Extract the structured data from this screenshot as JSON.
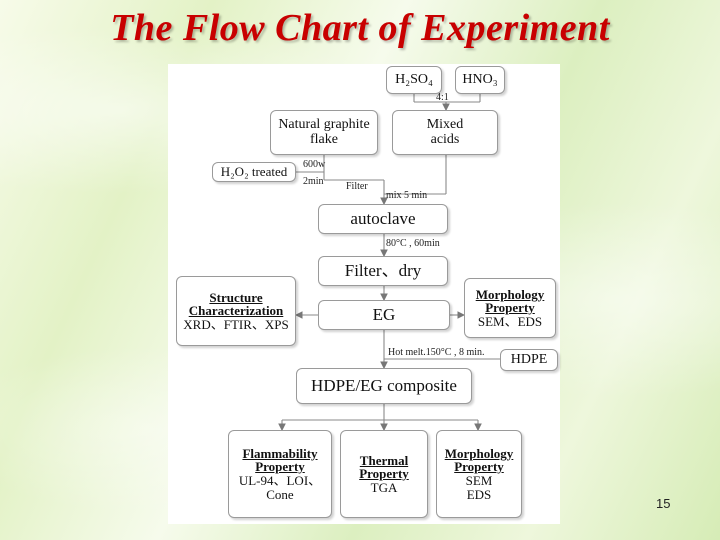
{
  "title": "The Flow Chart of Experiment",
  "page_number": "15",
  "nodes": {
    "h2so4": "H₂SO₄",
    "hno3": "HNO₃",
    "graphite_line1": "Natural graphite",
    "graphite_line2": "flake",
    "mixed_line1": "Mixed",
    "mixed_line2": "acids",
    "h2o2": "H₂O₂ treated",
    "autoclave": "autoclave",
    "filter_dry": "Filter、dry",
    "eg": "EG",
    "hdpe": "HDPE",
    "composite": "HDPE/EG composite",
    "structure_line1": "Structure",
    "structure_line2": "Characterization",
    "structure_line3": "XRD、FTIR、XPS",
    "morph_top_line1": "Morphology",
    "morph_top_line2": "Property",
    "morph_top_line3": "SEM、EDS",
    "flam_line1": "Flammability",
    "flam_line2": "Property",
    "flam_line3": "UL-94、LOI、",
    "flam_line4": "Cone",
    "thermal_line1": "Thermal",
    "thermal_line2": "Property",
    "thermal_line3": "TGA",
    "morph_bot_line1": "Morphology",
    "morph_bot_line2": "Property",
    "morph_bot_line3": "SEM",
    "morph_bot_line4": "EDS"
  },
  "annotations": {
    "ratio": "4:1",
    "power": "600w",
    "time_2min": "2min",
    "filter": "Filter",
    "mix": "mix 5 min",
    "autoclave_cond": "80°C , 60min",
    "hot_melt": "Hot melt.150°C , 8 min."
  }
}
